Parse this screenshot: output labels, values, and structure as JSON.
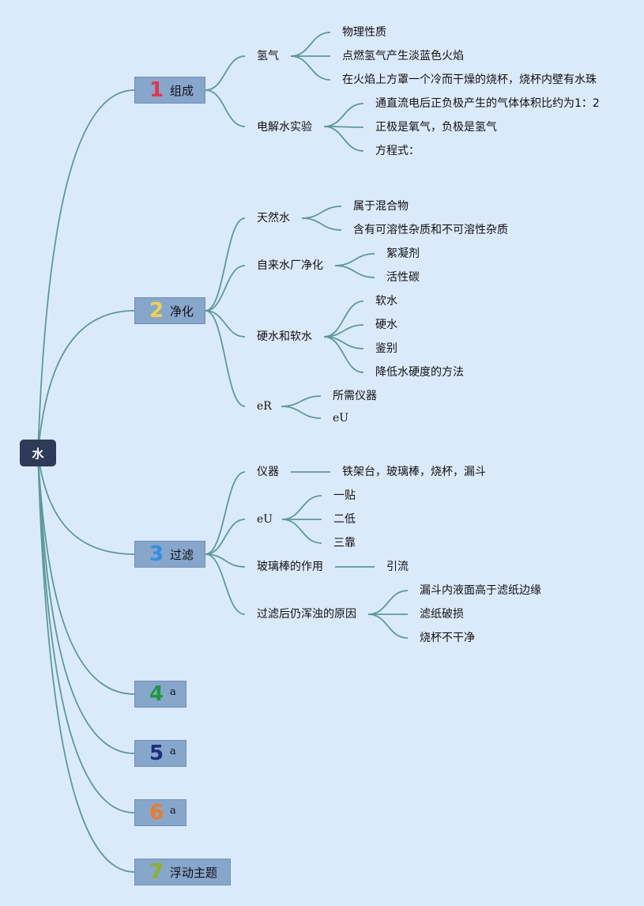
{
  "root": "水",
  "colors": {
    "background": "#dbeafb",
    "root": "#2e3a57",
    "topic": "#87a6cb",
    "line": "#5a9a9a"
  },
  "topics": [
    {
      "num": "1",
      "color": "#e8334a",
      "label": "组成",
      "children": [
        {
          "label": "氢气",
          "children": [
            "物理性质",
            "点燃氢气产生淡蓝色火焰",
            "在火焰上方罩一个冷而干燥的烧杯，烧杯内壁有水珠"
          ]
        },
        {
          "label": "电解水实验",
          "children": [
            "通直流电后正负极产生的气体体积比约为1：2",
            "正极是氧气，负极是氢气",
            "方程式："
          ]
        }
      ]
    },
    {
      "num": "2",
      "color": "#f0d24a",
      "label": "净化",
      "children": [
        {
          "label": "天然水",
          "children": [
            "属于混合物",
            "含有可溶性杂质和不可溶性杂质"
          ]
        },
        {
          "label": "自来水厂净化",
          "children": [
            "絮凝剂",
            "活性碳"
          ]
        },
        {
          "label": "硬水和软水",
          "children": [
            "软水",
            "硬水",
            "鉴别",
            "降低水硬度的方法"
          ]
        },
        {
          "label": "eR",
          "children": [
            "所需仪器",
            "eU"
          ]
        }
      ]
    },
    {
      "num": "3",
      "color": "#2f8fe0",
      "label": "过滤",
      "children": [
        {
          "label": "仪器",
          "children": [
            "铁架台，玻璃棒，烧杯，漏斗"
          ]
        },
        {
          "label": "eU",
          "children": [
            "一贴",
            "二低",
            "三靠"
          ]
        },
        {
          "label": "玻璃棒的作用",
          "children": [
            "引流"
          ]
        },
        {
          "label": "过滤后仍浑浊的原因",
          "children": [
            "漏斗内液面高于滤纸边缘",
            "滤纸破损",
            "烧杯不干净"
          ]
        }
      ]
    },
    {
      "num": "4",
      "color": "#1f9a3a",
      "label": "a",
      "children": []
    },
    {
      "num": "5",
      "color": "#1d2f7a",
      "label": "a",
      "children": []
    },
    {
      "num": "6",
      "color": "#f07a22",
      "label": "a",
      "children": []
    },
    {
      "num": "7",
      "color": "#8ab51f",
      "label": "浮动主题",
      "children": []
    }
  ]
}
